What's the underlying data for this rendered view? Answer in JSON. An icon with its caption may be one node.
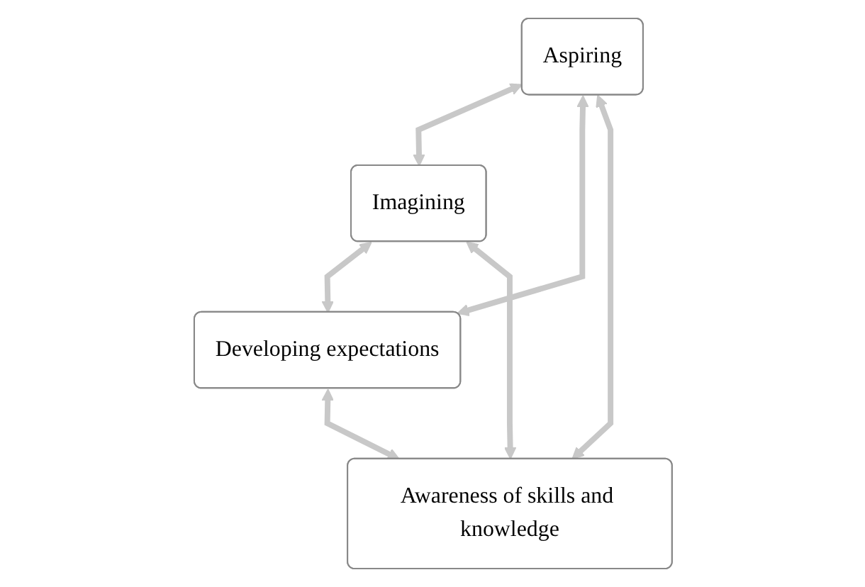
{
  "diagram": {
    "nodes": [
      {
        "text": [
          "Aspiring"
        ]
      },
      {
        "text": [
          "Awareness of skills and knowledge"
        ]
      },
      {
        "text": [
          "Imagining"
        ]
      },
      {
        "text": [
          "Developing expectations"
        ]
      }
    ],
    "edges": [
      {
        "from": 1,
        "to": 0,
        "arrow": "both"
      },
      {
        "from": 0,
        "to": 2,
        "arrow": "both"
      },
      {
        "from": 2,
        "to": 3,
        "arrow": "both"
      },
      {
        "from": 3,
        "to": 1,
        "arrow": "both"
      },
      {
        "from": 0,
        "to": 3,
        "arrow": "both"
      },
      {
        "from": 1,
        "to": 2,
        "arrow": "both"
      }
    ]
  }
}
